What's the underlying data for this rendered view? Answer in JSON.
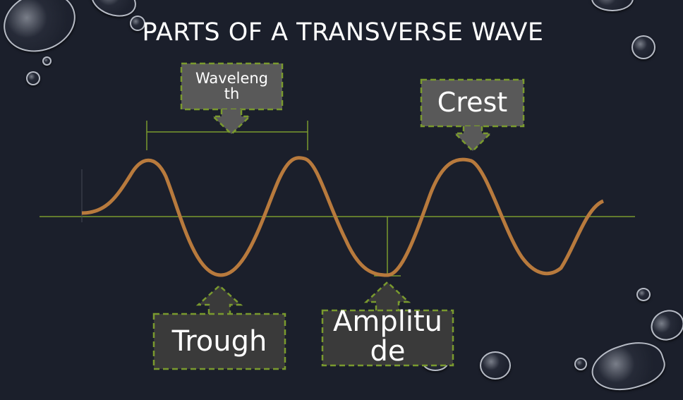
{
  "slide": {
    "title": "PARTS OF A TRANSVERSE WAVE",
    "background_color": "#1b1f2b"
  },
  "labels": {
    "wavelength": {
      "line1": "Waveleng",
      "line2": "th"
    },
    "crest": "Crest",
    "trough": "Trough",
    "amplitude": {
      "line1": "Amplitu",
      "line2": "de"
    }
  },
  "colors": {
    "wave": "#b87a3d",
    "axis": "#7a9a2e",
    "callout_fill": "#595959",
    "callout_fill_dark": "#3a3a3a",
    "callout_border": "#7a9a2e",
    "text": "#ffffff"
  },
  "icons": {
    "decor": "water-droplet-icon"
  }
}
